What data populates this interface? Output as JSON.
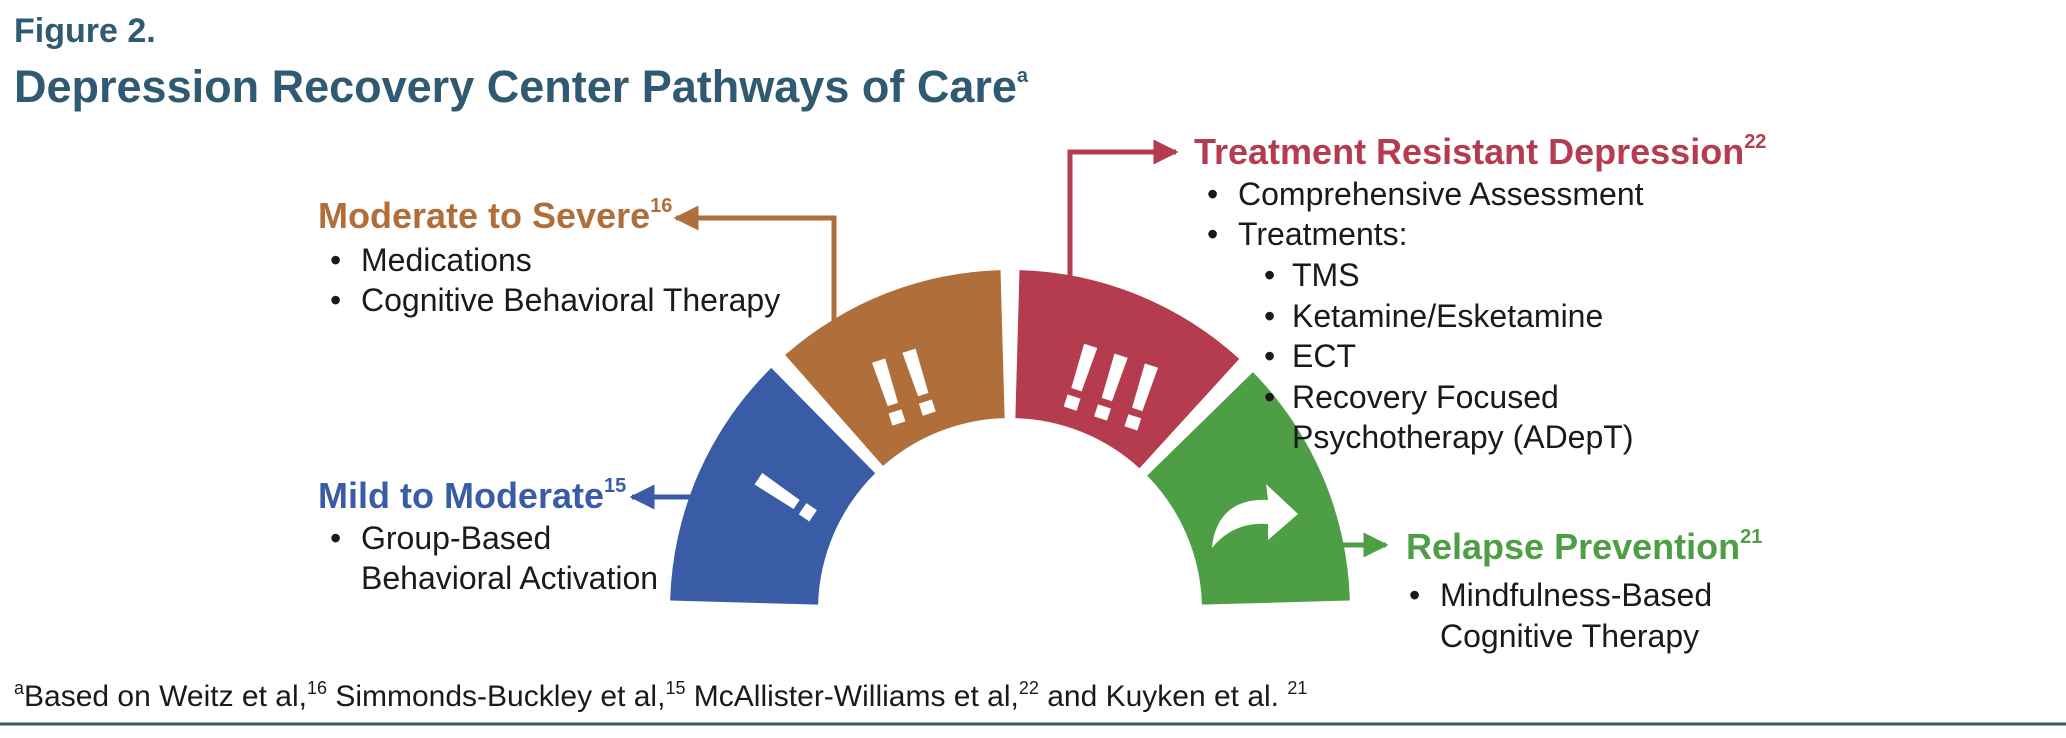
{
  "figure_label": "Figure 2.",
  "title": {
    "text": "Depression Recovery Center Pathways of Care",
    "sup": "a"
  },
  "colors": {
    "mild": "#3a5ca6",
    "moderate": "#b06f3a",
    "resistant": "#b53c4e",
    "relapse": "#4e9e45",
    "title": "#2f5a72"
  },
  "segments": {
    "mild": {
      "mark": "!"
    },
    "moderate": {
      "mark": "!!"
    },
    "resistant": {
      "mark": "!!!"
    },
    "relapse": {
      "icon": "curved-arrow-icon"
    }
  },
  "pathways": {
    "moderate": {
      "title": "Moderate to Severe",
      "ref": "16",
      "items": [
        "Medications",
        "Cognitive Behavioral Therapy"
      ]
    },
    "mild": {
      "title": "Mild to Moderate",
      "ref": "15",
      "items": [
        "Group-Based",
        "Behavioral Activation"
      ]
    },
    "resistant": {
      "title": "Treatment Resistant Depression",
      "ref": "22",
      "items": [
        "Comprehensive Assessment",
        "Treatments:"
      ],
      "subitems": [
        "TMS",
        "Ketamine/Esketamine",
        "ECT",
        "Recovery Focused",
        "Psychotherapy (ADepT)"
      ]
    },
    "relapse": {
      "title": "Relapse Prevention",
      "ref": "21",
      "items": [
        "Mindfulness-Based",
        "Cognitive Therapy"
      ]
    }
  },
  "footnote": {
    "marker": "a",
    "part1": "Based on Weitz et al,",
    "ref1": "16",
    "part2": " Simmonds-Buckley et al,",
    "ref2": "15",
    "part3": " McAllister-Williams et al,",
    "ref3": "22",
    "part4": " and Kuyken et al. ",
    "ref4": "21"
  }
}
